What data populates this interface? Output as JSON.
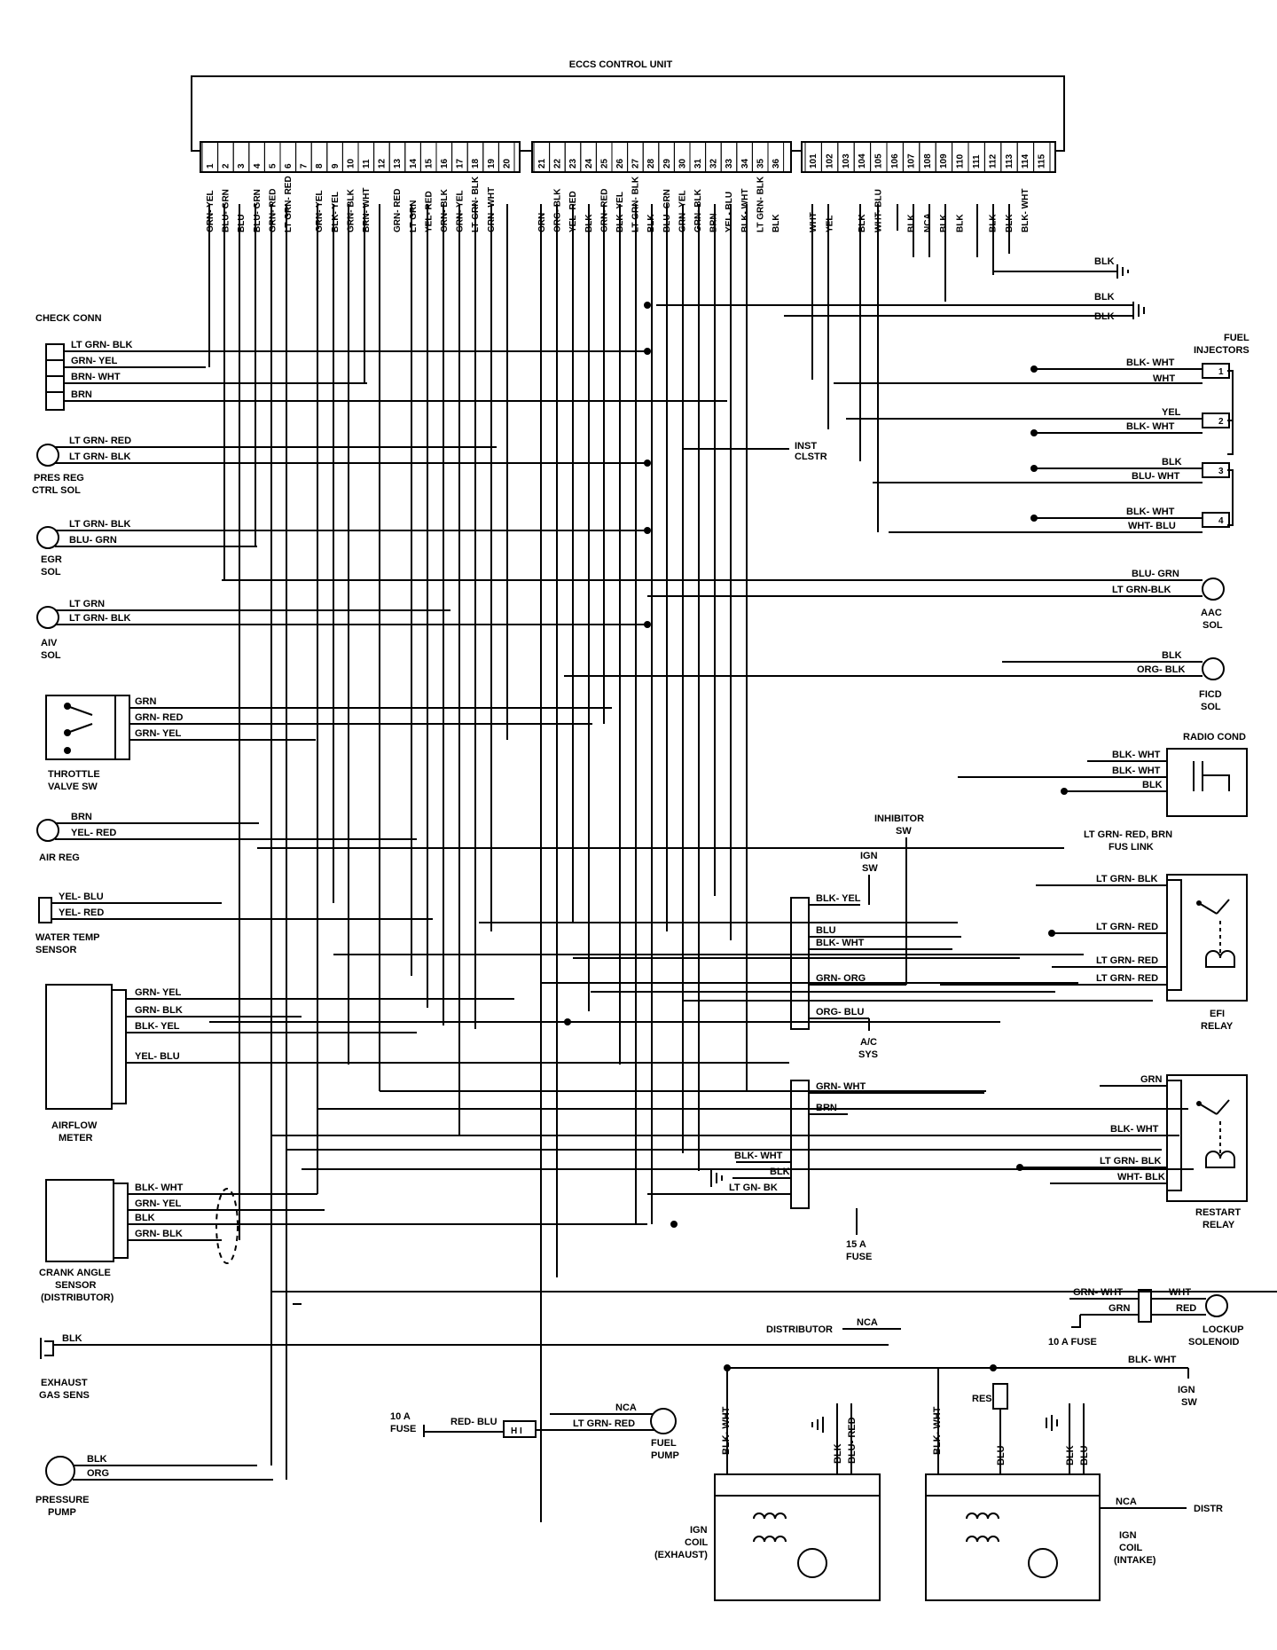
{
  "title": "ECCS CONTROL UNIT",
  "pins_left": [
    {
      "num": "1",
      "wire": "GRN- YEL"
    },
    {
      "num": "2",
      "wire": "BLU- GRN"
    },
    {
      "num": "3",
      "wire": "BLU"
    },
    {
      "num": "4",
      "wire": "BLU- GRN"
    },
    {
      "num": "5",
      "wire": "GRN- RED"
    },
    {
      "num": "6",
      "wire": "LT GRN- RED"
    },
    {
      "num": "7",
      "wire": ""
    },
    {
      "num": "8",
      "wire": "GRN- YEL"
    },
    {
      "num": "9",
      "wire": "BLK- YEL"
    },
    {
      "num": "10",
      "wire": "GRN- BLK"
    },
    {
      "num": "11",
      "wire": "BRN- WHT"
    },
    {
      "num": "12",
      "wire": ""
    },
    {
      "num": "13",
      "wire": "GRN- RED"
    },
    {
      "num": "14",
      "wire": "LT GRN"
    },
    {
      "num": "15",
      "wire": "YEL- RED"
    },
    {
      "num": "16",
      "wire": "GRN- BLK"
    },
    {
      "num": "17",
      "wire": "GRN- YEL"
    },
    {
      "num": "18",
      "wire": "LT GRN- BLK"
    },
    {
      "num": "19",
      "wire": "GRN- WHT"
    },
    {
      "num": "20",
      "wire": ""
    }
  ],
  "pins_mid": [
    {
      "num": "21",
      "wire": "GRN"
    },
    {
      "num": "22",
      "wire": "ORG- BLK"
    },
    {
      "num": "23",
      "wire": "YEL- RED"
    },
    {
      "num": "24",
      "wire": "BLK"
    },
    {
      "num": "25",
      "wire": "GRN- RED"
    },
    {
      "num": "26",
      "wire": "BLK- YEL"
    },
    {
      "num": "27",
      "wire": "LT GRN- BLK"
    },
    {
      "num": "28",
      "wire": "BLK"
    },
    {
      "num": "29",
      "wire": "BLU- GRN"
    },
    {
      "num": "30",
      "wire": "GRN- YEL"
    },
    {
      "num": "31",
      "wire": "GRN- BLK"
    },
    {
      "num": "32",
      "wire": "BRN"
    },
    {
      "num": "33",
      "wire": "YEL- BLU"
    },
    {
      "num": "34",
      "wire": "BLK- WHT"
    },
    {
      "num": "35",
      "wire": "LT GRN- BLK"
    },
    {
      "num": "36",
      "wire": "BLK"
    }
  ],
  "pins_right": [
    {
      "num": "101",
      "wire": "WHT"
    },
    {
      "num": "102",
      "wire": "YEL"
    },
    {
      "num": "103",
      "wire": ""
    },
    {
      "num": "104",
      "wire": "BLK"
    },
    {
      "num": "105",
      "wire": "WHT- BLU"
    },
    {
      "num": "106",
      "wire": ""
    },
    {
      "num": "107",
      "wire": "BLK"
    },
    {
      "num": "108",
      "wire": "NCA"
    },
    {
      "num": "109",
      "wire": "BLK"
    },
    {
      "num": "110",
      "wire": "BLK"
    },
    {
      "num": "111",
      "wire": ""
    },
    {
      "num": "112",
      "wire": "BLK"
    },
    {
      "num": "113",
      "wire": "BLK"
    },
    {
      "num": "114",
      "wire": "BLK- WHT"
    },
    {
      "num": "115",
      "wire": ""
    }
  ],
  "components": {
    "check_conn": "CHECK CONN",
    "pres_reg": [
      "PRES REG",
      "CTRL SOL"
    ],
    "egr": [
      "EGR",
      "SOL"
    ],
    "aiv": [
      "AIV",
      "SOL"
    ],
    "throttle": [
      "THROTTLE",
      "VALVE SW"
    ],
    "air_reg": "AIR REG",
    "water_temp": [
      "WATER TEMP",
      "SENSOR"
    ],
    "airflow": [
      "AIRFLOW",
      "METER"
    ],
    "crank": [
      "CRANK ANGLE",
      "SENSOR",
      "(DISTRIBUTOR)"
    ],
    "exhaust_gas": [
      "EXHAUST",
      "GAS SENS"
    ],
    "pressure_pump": [
      "PRESSURE",
      "PUMP"
    ],
    "fuel_injectors": [
      "FUEL",
      "INJECTORS"
    ],
    "aac": [
      "AAC",
      "SOL"
    ],
    "ficd": [
      "FICD",
      "SOL"
    ],
    "radio_cond": "RADIO COND",
    "inhibitor_sw": [
      "INHIBITOR",
      "SW"
    ],
    "ign_sw": [
      "IGN",
      "SW"
    ],
    "inst_clstr": [
      "INST",
      "CLSTR"
    ],
    "efi_relay": [
      "EFI",
      "RELAY"
    ],
    "ac_sys": [
      "A/C",
      "SYS"
    ],
    "restart_relay": [
      "RESTART",
      "RELAY"
    ],
    "fuse_15a": [
      "15 A",
      "FUSE"
    ],
    "lockup": [
      "LOCKUP",
      "SOLENOID"
    ],
    "fuse_10a_lockup": "10 A FUSE",
    "ign_sw_bottom": [
      "IGN",
      "SW"
    ],
    "distributor": "DISTRIBUTOR",
    "res": "RES",
    "fuse_10a_pump": [
      "10 A",
      "FUSE"
    ],
    "fuel_pump": [
      "FUEL",
      "PUMP"
    ],
    "ign_coil_exh": [
      "IGN",
      "COIL",
      "(EXHAUST)"
    ],
    "ign_coil_int": [
      "IGN",
      "COIL",
      "(INTAKE)"
    ],
    "distr": "DISTR"
  },
  "wire_labels": {
    "check": [
      "LT GRN- BLK",
      "GRN- YEL",
      "BRN- WHT",
      "BRN"
    ],
    "pres": [
      "LT GRN- RED",
      "LT GRN- BLK"
    ],
    "egr": [
      "LT GRN- BLK",
      "BLU- GRN"
    ],
    "aiv": [
      "LT GRN",
      "LT GRN- BLK"
    ],
    "throttle": [
      "GRN",
      "GRN- RED",
      "GRN- YEL"
    ],
    "airreg": [
      "BRN",
      "YEL- RED"
    ],
    "water": [
      "YEL- BLU",
      "YEL- RED"
    ],
    "airflow": [
      "GRN- YEL",
      "GRN- BLK",
      "BLK- YEL",
      "YEL- BLU"
    ],
    "crank": [
      "BLK- WHT",
      "GRN- YEL",
      "BLK",
      "GRN- BLK"
    ],
    "exh": "BLK",
    "pump": [
      "BLK",
      "ORG"
    ],
    "gnd1": "BLK",
    "gnd2": [
      "BLK",
      "BLK"
    ],
    "inj1": [
      "BLK- WHT",
      "WHT"
    ],
    "inj2": [
      "YEL",
      "BLK- WHT"
    ],
    "inj3": [
      "BLK",
      "BLU- WHT"
    ],
    "inj4": [
      "BLK- WHT",
      "WHT- BLU"
    ],
    "aac": [
      "BLU- GRN",
      "LT GRN-BLK"
    ],
    "ficd": [
      "BLK",
      "ORG- BLK"
    ],
    "radio": [
      "BLK- WHT",
      "BLK- WHT",
      "BLK"
    ],
    "efi_top": [
      "LT GRN- RED, BRN",
      "FUS LINK"
    ],
    "efi": [
      "LT GRN- BLK",
      "LT GRN- RED",
      "LT GRN- RED",
      "LT GRN- RED"
    ],
    "conn1": [
      "BLK- YEL",
      "BLU",
      "BLK- WHT",
      "GRN- ORG",
      "ORG- BLU"
    ],
    "conn2": [
      "GRN- WHT",
      "BRN",
      "BLK- WHT",
      "BLK",
      "LT GN- BK"
    ],
    "restart": [
      "GRN",
      "BLK- WHT",
      "LT GRN- BLK",
      "WHT- BLK"
    ],
    "lockup": [
      "GRN- WHT",
      "WHT",
      "GRN",
      "RED"
    ],
    "ignsw_bot": "BLK- WHT",
    "dist_nca": "NCA",
    "fuelpump": [
      "RED- BLU",
      "NCA",
      "LT GRN- RED"
    ],
    "coil_exh": [
      "BLK- WHT",
      "BLK",
      "BLU- RED"
    ],
    "coil_int": [
      "BLK- WHT",
      "BLU",
      "BLK",
      "BLU"
    ],
    "coil_int_nca": "NCA",
    "injector_nums": [
      "1",
      "2",
      "3",
      "4"
    ],
    "fuse_mark": "H I"
  }
}
